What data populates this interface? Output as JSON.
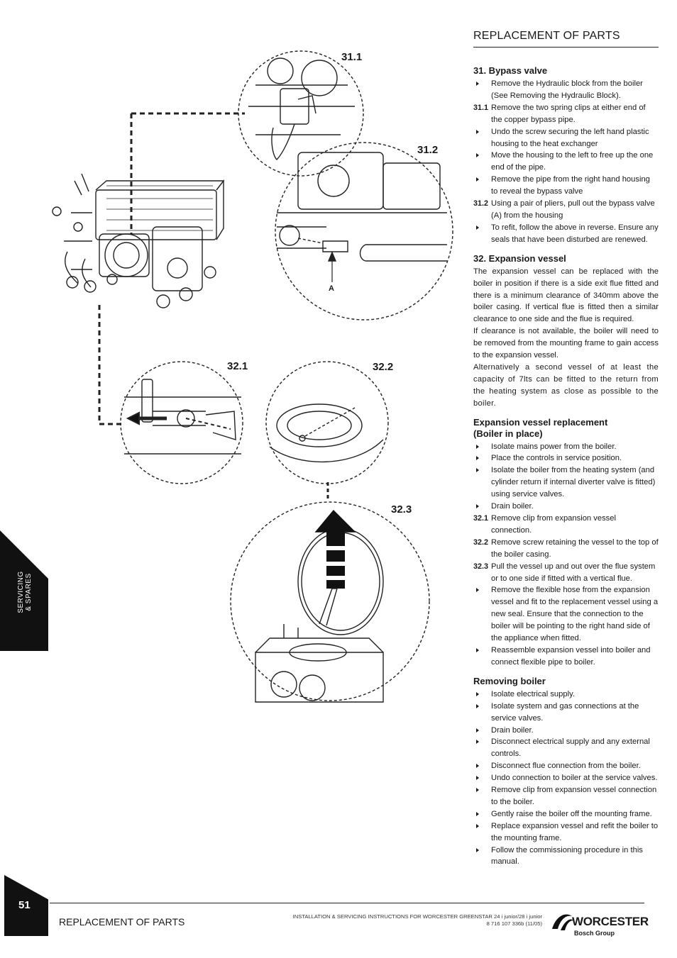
{
  "header": {
    "title": "REPLACEMENT OF PARTS"
  },
  "sections": {
    "bypass": {
      "heading": "31. Bypass valve",
      "items": [
        {
          "marker": "",
          "text": "Remove the Hydraulic block from the boiler (See Removing the Hydraulic Block)."
        },
        {
          "marker": "31.1",
          "text": "Remove the two spring clips at either end of the copper bypass pipe."
        },
        {
          "marker": "",
          "text": "Undo the screw securing the left hand plastic housing to the heat exchanger"
        },
        {
          "marker": "",
          "text": "Move the housing to the left to free up the one end of the pipe."
        },
        {
          "marker": "",
          "text": "Remove the pipe from the right hand housing to reveal the bypass valve"
        },
        {
          "marker": "31.2",
          "text": "Using a pair of pliers, pull out the bypass valve (A) from the housing"
        },
        {
          "marker": "",
          "text": "To refit, follow the above in reverse. Ensure any seals that have been disturbed are renewed."
        }
      ]
    },
    "expansion": {
      "heading": "32. Expansion vessel",
      "paragraphs": [
        "The expansion vessel can be replaced with the boiler in position if there is a side exit flue fitted and there is a minimum clearance of 340mm above the boiler casing. If vertical flue is fitted then a similar clearance to one side and the flue is required.",
        "If clearance is not available, the boiler will need to be removed from the mounting frame to gain access to the expansion vessel.",
        "Alternatively a second vessel of at least the capacity of 7lts can be fitted to the return from the heating system as close as possible to the boiler."
      ]
    },
    "replacement": {
      "heading_line1": "Expansion vessel replacement",
      "heading_line2": "(Boiler in place)",
      "items": [
        {
          "marker": "",
          "text": "Isolate mains power from the boiler."
        },
        {
          "marker": "",
          "text": "Place the controls in service position."
        },
        {
          "marker": "",
          "text": "Isolate the boiler from the heating system (and cylinder return if internal diverter valve is fitted) using service valves."
        },
        {
          "marker": "",
          "text": "Drain boiler."
        },
        {
          "marker": "32.1",
          "text": "Remove clip from expansion vessel connection."
        },
        {
          "marker": "32.2",
          "text": "Remove screw retaining the vessel to the top of the boiler casing."
        },
        {
          "marker": "32.3",
          "text": "Pull the vessel up and out over the flue system or to one side if fitted with a vertical flue."
        },
        {
          "marker": "",
          "text": "Remove the flexible hose from the expansion vessel and fit to the replacement vessel using a new seal. Ensure that the connection to the boiler will be pointing to the right hand side of the appliance when fitted."
        },
        {
          "marker": "",
          "text": "Reassemble expansion vessel into boiler and connect flexible pipe to boiler."
        }
      ]
    },
    "removing": {
      "heading": "Removing boiler",
      "items": [
        {
          "marker": "",
          "text": "Isolate electrical supply."
        },
        {
          "marker": "",
          "text": "Isolate system and gas connections at the service valves."
        },
        {
          "marker": "",
          "text": "Drain boiler."
        },
        {
          "marker": "",
          "text": "Disconnect electrical supply and any external controls."
        },
        {
          "marker": "",
          "text": "Disconnect flue connection from the boiler."
        },
        {
          "marker": "",
          "text": "Undo connection to boiler at the service valves."
        },
        {
          "marker": "",
          "text": "Remove clip from expansion vessel connection to the boiler."
        },
        {
          "marker": "",
          "text": "Gently raise the boiler off the mounting frame."
        },
        {
          "marker": "",
          "text": "Replace expansion vessel and refit the boiler to the mounting frame."
        },
        {
          "marker": "",
          "text": "Follow the commissioning procedure in this manual."
        }
      ]
    }
  },
  "figures": {
    "fig_31_1": "31.1",
    "fig_31_2": "31.2",
    "fig_32_1": "32.1",
    "fig_32_2": "32.2",
    "fig_32_3": "32.3",
    "label_a": "A"
  },
  "side_tab": {
    "line1": "SERVICING",
    "line2": "& SPARES"
  },
  "footer": {
    "page_number": "51",
    "section_title": "REPLACEMENT OF PARTS",
    "doc_line1": "INSTALLATION & SERVICING INSTRUCTIONS FOR WORCESTER GREENSTAR 24 i junior/28 i junior",
    "doc_line2": "8 716 107 336b (11/05)",
    "brand": "WORCESTER",
    "brand_sub": "Bosch Group"
  },
  "colors": {
    "ink": "#1a1a1a",
    "tab": "#111111"
  }
}
